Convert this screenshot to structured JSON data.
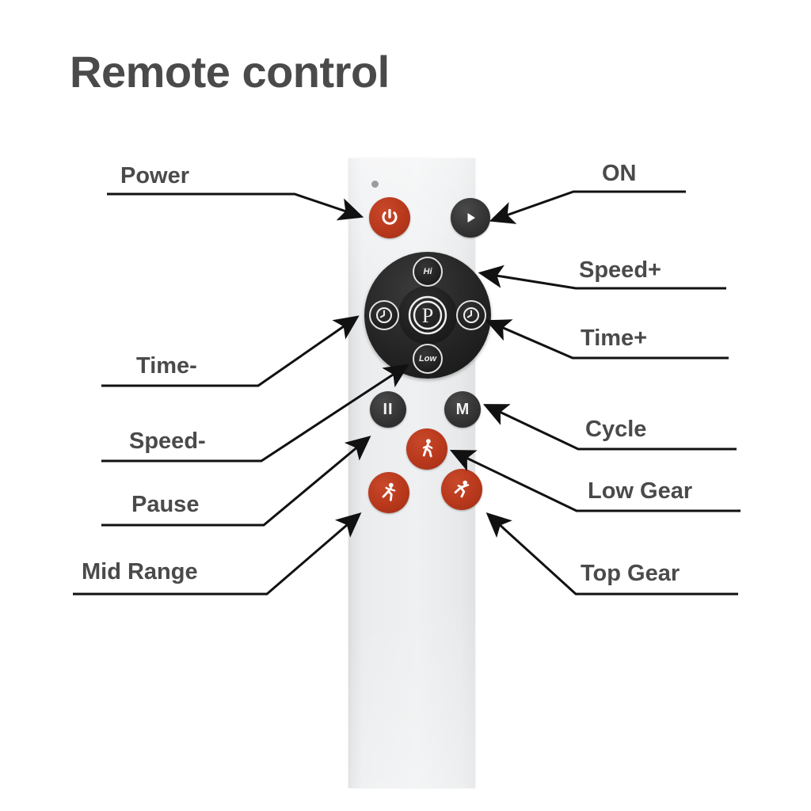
{
  "page": {
    "title": "Remote control",
    "background": "#ffffff",
    "text_color": "#4a4a4a",
    "accent_red": "#b8381c",
    "accent_black": "#242424",
    "body_color": "#eceeef"
  },
  "device": {
    "name": "remote-control-handset",
    "led_indicator": "led-indicator-dot"
  },
  "buttons": [
    {
      "id": "power",
      "label": "",
      "icon": "power-icon",
      "color": "red",
      "callout": "Power"
    },
    {
      "id": "on",
      "label": "",
      "icon": "play-icon",
      "color": "black",
      "callout": "ON"
    },
    {
      "id": "speed-up",
      "label": "Hi",
      "icon": "hi-icon",
      "color": "black",
      "callout": "Speed+"
    },
    {
      "id": "speed-down",
      "label": "Low",
      "icon": "low-icon",
      "color": "black",
      "callout": "Speed-"
    },
    {
      "id": "time-down",
      "label": "",
      "icon": "clock-icon",
      "color": "black",
      "callout": "Time-"
    },
    {
      "id": "time-up",
      "label": "",
      "icon": "clock-icon",
      "color": "black",
      "callout": "Time+"
    },
    {
      "id": "program",
      "label": "P",
      "icon": "program-p-icon",
      "color": "black",
      "callout": ""
    },
    {
      "id": "pause",
      "label": "II",
      "icon": "pause-icon",
      "color": "black",
      "callout": "Pause"
    },
    {
      "id": "cycle",
      "label": "M",
      "icon": "mode-m-icon",
      "color": "black",
      "callout": "Cycle"
    },
    {
      "id": "low-gear",
      "label": "",
      "icon": "walking-icon",
      "color": "red",
      "callout": "Low Gear"
    },
    {
      "id": "mid-range",
      "label": "",
      "icon": "jogging-icon",
      "color": "red",
      "callout": "Mid Range"
    },
    {
      "id": "top-gear",
      "label": "",
      "icon": "sprinting-icon",
      "color": "red",
      "callout": "Top Gear"
    }
  ],
  "callouts": {
    "left": [
      {
        "label": "Power",
        "target": "power-button"
      },
      {
        "label": "Time-",
        "target": "time-down-button"
      },
      {
        "label": "Speed-",
        "target": "speed-down-button"
      },
      {
        "label": "Pause",
        "target": "pause-button"
      },
      {
        "label": "Mid Range",
        "target": "mid-range-button"
      }
    ],
    "right": [
      {
        "label": "ON",
        "target": "on-button"
      },
      {
        "label": "Speed+",
        "target": "speed-up-button"
      },
      {
        "label": "Time+",
        "target": "time-up-button"
      },
      {
        "label": "Cycle",
        "target": "cycle-button"
      },
      {
        "label": "Low Gear",
        "target": "low-gear-button"
      },
      {
        "label": "Top Gear",
        "target": "top-gear-button"
      }
    ]
  },
  "dpad": {
    "top_label": "Hi",
    "bottom_label": "Low",
    "center_label": "P"
  },
  "small_labels": {
    "pause": "II",
    "cycle": "M"
  }
}
